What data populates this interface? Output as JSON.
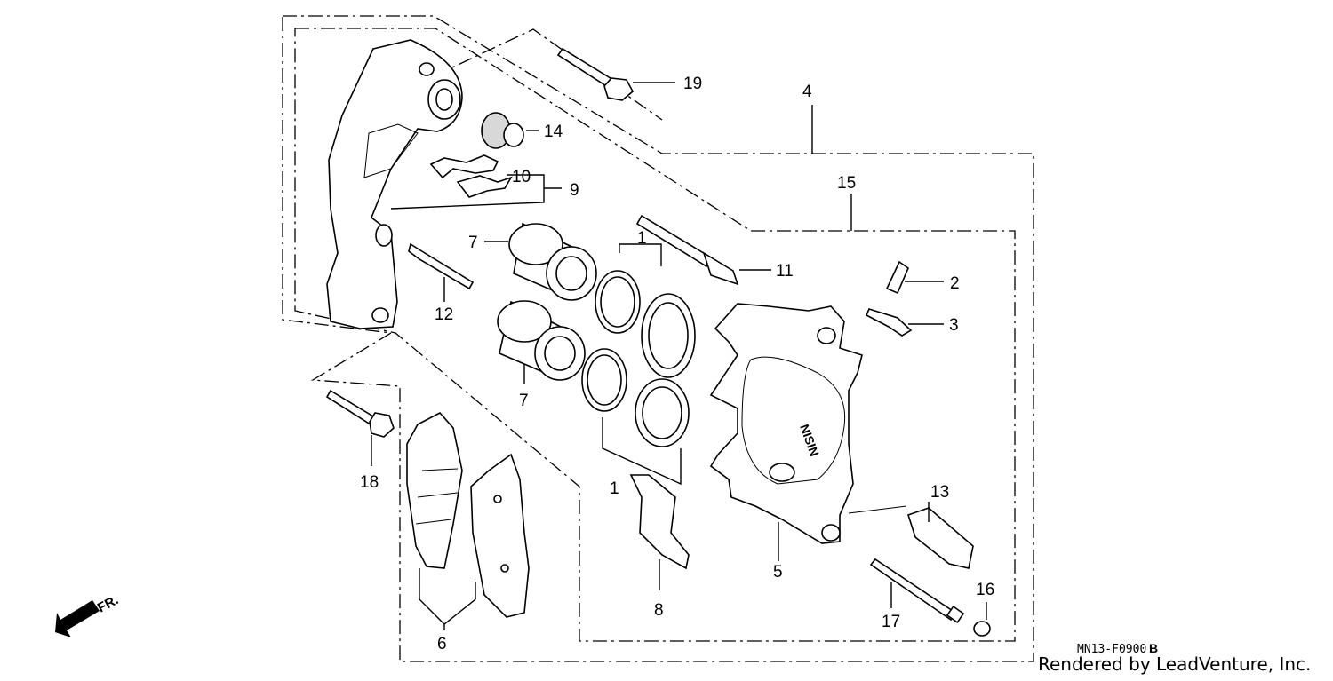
{
  "diagram": {
    "callouts": {
      "c1a": "1",
      "c1b": "1",
      "c2": "2",
      "c3": "3",
      "c4": "4",
      "c5": "5",
      "c6": "6",
      "c7a": "7",
      "c7b": "7",
      "c8": "8",
      "c9": "9",
      "c10": "10",
      "c11": "11",
      "c12": "12",
      "c13": "13",
      "c14": "14",
      "c15": "15",
      "c16": "16",
      "c17": "17",
      "c18": "18",
      "c19": "19"
    },
    "caliper_marking": "NISIN",
    "direction_label": "FR.",
    "diagram_code": "MN13-F0900",
    "diagram_code_suffix": "B",
    "credit": "Rendered by LeadVenture, Inc."
  }
}
